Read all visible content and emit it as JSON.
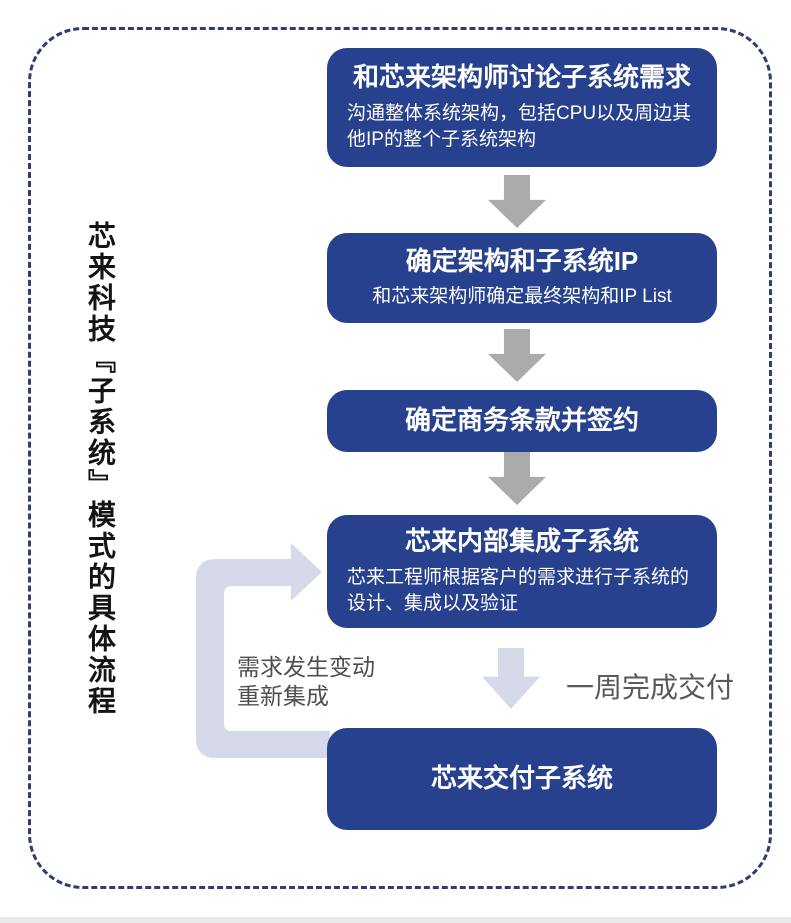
{
  "page": {
    "vertical_title": "芯来科技『子系统』模式的具体流程"
  },
  "flow": {
    "steps": [
      {
        "title": "和芯来架构师讨论子系统需求",
        "desc": "沟通整体系统架构，包括CPU以及周边其他IP的整个子系统架构"
      },
      {
        "title": "确定架构和子系统IP",
        "desc": "和芯来架构师确定最终架构和IP List"
      },
      {
        "title": "确定商务条款并签约"
      },
      {
        "title": "芯来内部集成子系统",
        "desc": "芯来工程师根据客户的需求进行子系统的设计、集成以及验证"
      },
      {
        "title": "芯来交付子系统"
      }
    ],
    "annotations": {
      "delivery_note": "一周完成交付",
      "loop_note_line1": "需求发生变动",
      "loop_note_line2": "重新集成"
    }
  },
  "colors": {
    "box_blue": "#27418f",
    "arrow_gray": "#ababab",
    "arrow_lavender": "#d5d9ea",
    "frame_navy": "#2e3e70",
    "note_gray": "#595959"
  }
}
